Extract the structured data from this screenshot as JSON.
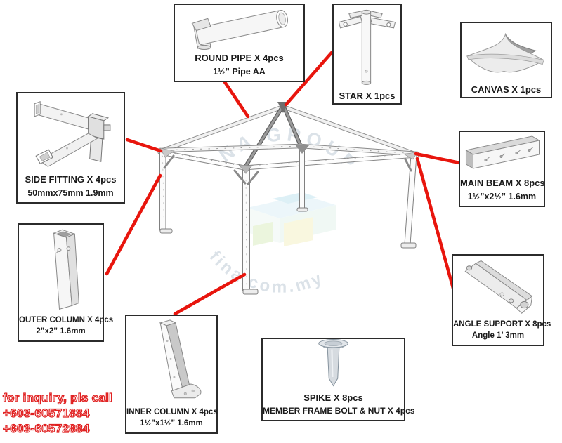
{
  "parts": [
    {
      "id": "round-pipe",
      "label": "ROUND PIPE X 4pcs",
      "spec": "1½” Pipe AA"
    },
    {
      "id": "star",
      "label": "STAR X 1pcs",
      "spec": ""
    },
    {
      "id": "canvas",
      "label": "CANVAS X 1pcs",
      "spec": ""
    },
    {
      "id": "side-fitting",
      "label": "SIDE FITTING X 4pcs",
      "spec": "50mmx75mm 1.9mm"
    },
    {
      "id": "main-beam",
      "label": "MAIN BEAM X 8pcs",
      "spec": "1½”x2½”  1.6mm"
    },
    {
      "id": "outer-column",
      "label": "OUTER COLUMN X 4pcs",
      "spec": "2”x2” 1.6mm"
    },
    {
      "id": "angle-support",
      "label": "ANGLE SUPPORT X 8pcs",
      "spec": "Angle 1’ 3mm"
    },
    {
      "id": "inner-column",
      "label": "INNER COLUMN X 4pcs",
      "spec": "1½”x1½”  1.6mm"
    },
    {
      "id": "spike",
      "label": "SPIKE X 8pcs",
      "spec": "MEMBER FRAME BOLT & NUT X 4pcs"
    }
  ],
  "contact": {
    "line1": "for inquiry, pls call",
    "line2": "+603-60571884",
    "line3": "+603-60572884"
  },
  "watermark": {
    "arc_top": "NA GROUP",
    "arc_bottom": "fina.com.my"
  },
  "colors": {
    "callout_line": "#e8150d",
    "contact_text": "#e02020",
    "box_border": "#2b2b2b"
  }
}
